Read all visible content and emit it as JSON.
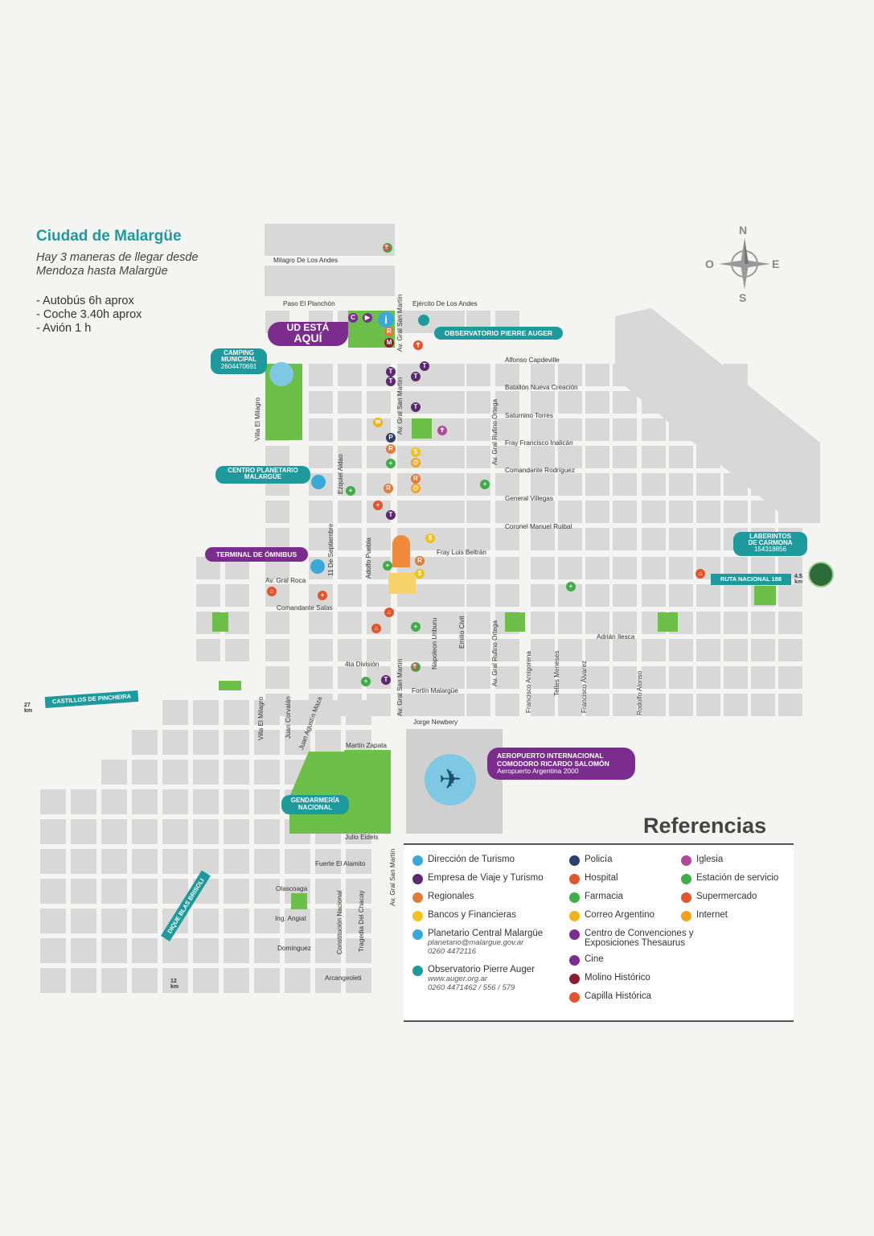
{
  "header": {
    "title": "Ciudad de Malargüe",
    "intro": "Hay 3 maneras de llegar desde Mendoza hasta Malargüe",
    "ways": [
      "- Autobús 6h aprox",
      "- Coche 3.40h aprox",
      "- Avión 1 h"
    ]
  },
  "compass": {
    "n": "N",
    "s": "S",
    "e": "E",
    "o": "O"
  },
  "callouts": {
    "here": [
      "UD ESTÁ",
      "AQUÍ"
    ],
    "observatorio": "OBSERVATORIO PIERRE AUGER",
    "camping": [
      "CAMPING",
      "MUNICIPAL"
    ],
    "camping_phone": "2604470691",
    "planetario": [
      "CENTRO PLANETARIO",
      "MALARGÜE"
    ],
    "terminal": "TERMINAL DE ÓMNIBUS",
    "laberintos": [
      "LABERINTOS",
      "DE CARMONA"
    ],
    "laberintos_phone": "154318856",
    "ruta188": "RUTA NACIONAL 188",
    "ruta188_km": [
      "4.5",
      "km"
    ],
    "pincheira": "CASTILLOS DE PINCHEIRA",
    "pincheira_km": [
      "27",
      "km"
    ],
    "dique": "DIQUE BLAS BRISOLI",
    "dique_km": [
      "12",
      "km"
    ],
    "gendarmeria": [
      "GENDARMERÍA",
      "NACIONAL"
    ],
    "aeropuerto": [
      "AEROPUERTO INTERNACIONAL",
      "COMODORO RICARDO SALOMÓN"
    ],
    "aeropuerto_sub": "Aeropuerto Argentina 2000"
  },
  "streets": {
    "milagro": "Milagro De Los Andes",
    "planchon": "Paso El Planchón",
    "ejercito": "Ejército De Los Andes",
    "capdeville": "Alfonso Capdeville",
    "batallon": "Batallón Nueva Creación",
    "torres": "Saturnino Torres",
    "inalican": "Fray Francisco Inalicán",
    "rodriguez": "Comandante Rodríguez",
    "villegas": "General Villegas",
    "ruibal": "Coronel Manuel Ruibal",
    "beltran": "Fray Luis Beltrán",
    "roca": "Av. Gral Roca",
    "salas": "Comandante Salas",
    "ilesca": "Adrián Ilesca",
    "division": "4ta División",
    "fortin": "Fortín Malargüe",
    "newbery": "Jorge Newbery",
    "zapata": "Martín Zapata",
    "eidels": "Julio Eidels",
    "alamito": "Fuerte El Alamito",
    "olascoaga": "Olascoaga",
    "angiat": "Ing. Angiat",
    "dominguez": "Domínguez",
    "arcangeoleti": "Arcangeoleti",
    "v_sanmartin1": "Av. Gral San Martín",
    "v_sanmartin2": "Av. Gral San Martín",
    "v_sanmartin3": "Av. Gral San Martín",
    "v_sanmartin4": "Av. Gral San Martín",
    "v_villamilagro": "Villa El Milagro",
    "v_villamilagro2": "Villa El Milagro",
    "v_ortega1": "Av. Gral Rufino Ortega",
    "v_ortega2": "Av. Gral Rufino Ortega",
    "v_aldao": "Ezquiel Aldao",
    "v_septiembre": "11 De Septiembre",
    "v_puebla": "Adolfo Puebla",
    "v_uriburu": "Napoleon Uriburu",
    "v_civit": "Emilio Civit",
    "v_amigorena": "Francisco Amigorena",
    "v_meneses": "Telles Meneses",
    "v_alvarez": "Francisco Álvarez",
    "v_alonso": "Rodolfo Alonso",
    "v_corvalan": "Juan Corvalán",
    "v_maza": "Juan Agustín Maza",
    "v_constitucion": "Constitución Nacional",
    "v_chacay": "Tragedia Del Chacay"
  },
  "legend": {
    "title": "Referencias",
    "col1": [
      {
        "icon": "info-icon",
        "color": "#3aa9d8",
        "label": "Dirección de Turismo"
      },
      {
        "icon": "travel-agency-icon",
        "color": "#5b2a6e",
        "label": "Empresa de Viaje y Turismo"
      },
      {
        "icon": "regionales-icon",
        "color": "#e07b39",
        "label": "Regionales"
      },
      {
        "icon": "bank-icon",
        "color": "#f2c21a",
        "label": "Bancos y Financieras"
      },
      {
        "icon": "planetarium-icon",
        "color": "#3aa9d8",
        "label": "Planetario Central Malargüe",
        "sub": [
          "planetario@malargue.gov.ar",
          "0260 4472116"
        ]
      },
      {
        "icon": "observatory-icon",
        "color": "#1f9a9c",
        "label": "Observatorio Pierre Auger",
        "sub": [
          "www.auger.org.ar",
          "0260 4471462 / 556 / 579"
        ]
      }
    ],
    "col2": [
      {
        "icon": "police-icon",
        "color": "#2c3e6e",
        "label": "Policía"
      },
      {
        "icon": "hospital-icon",
        "color": "#e2542c",
        "label": "Hospital"
      },
      {
        "icon": "pharmacy-icon",
        "color": "#3fae49",
        "label": "Farmacia"
      },
      {
        "icon": "mail-icon",
        "color": "#f2b31a",
        "label": "Correo Argentino"
      },
      {
        "icon": "convention-icon",
        "color": "#7b2d8e",
        "label": "Centro de Convenciones y Exposiciones Thesaurus"
      },
      {
        "icon": "cinema-icon",
        "color": "#7b2d8e",
        "label": "Cine"
      },
      {
        "icon": "mill-icon",
        "color": "#8b1d2c",
        "label": "Molino Histórico"
      },
      {
        "icon": "chapel-icon",
        "color": "#e2542c",
        "label": "Capilla Histórica"
      }
    ],
    "col3": [
      {
        "icon": "church-icon",
        "color": "#b3479a",
        "label": "Iglesia"
      },
      {
        "icon": "gas-station-icon",
        "color": "#3fae49",
        "label": "Estación de servicio"
      },
      {
        "icon": "supermarket-icon",
        "color": "#e2542c",
        "label": "Supermercado"
      },
      {
        "icon": "internet-icon",
        "color": "#f2a21a",
        "label": "Internet"
      }
    ]
  },
  "colors": {
    "teal": "#1f9a9c",
    "purple": "#7b2d8e",
    "green": "#6cc04a",
    "block": "#d6d6d6"
  }
}
